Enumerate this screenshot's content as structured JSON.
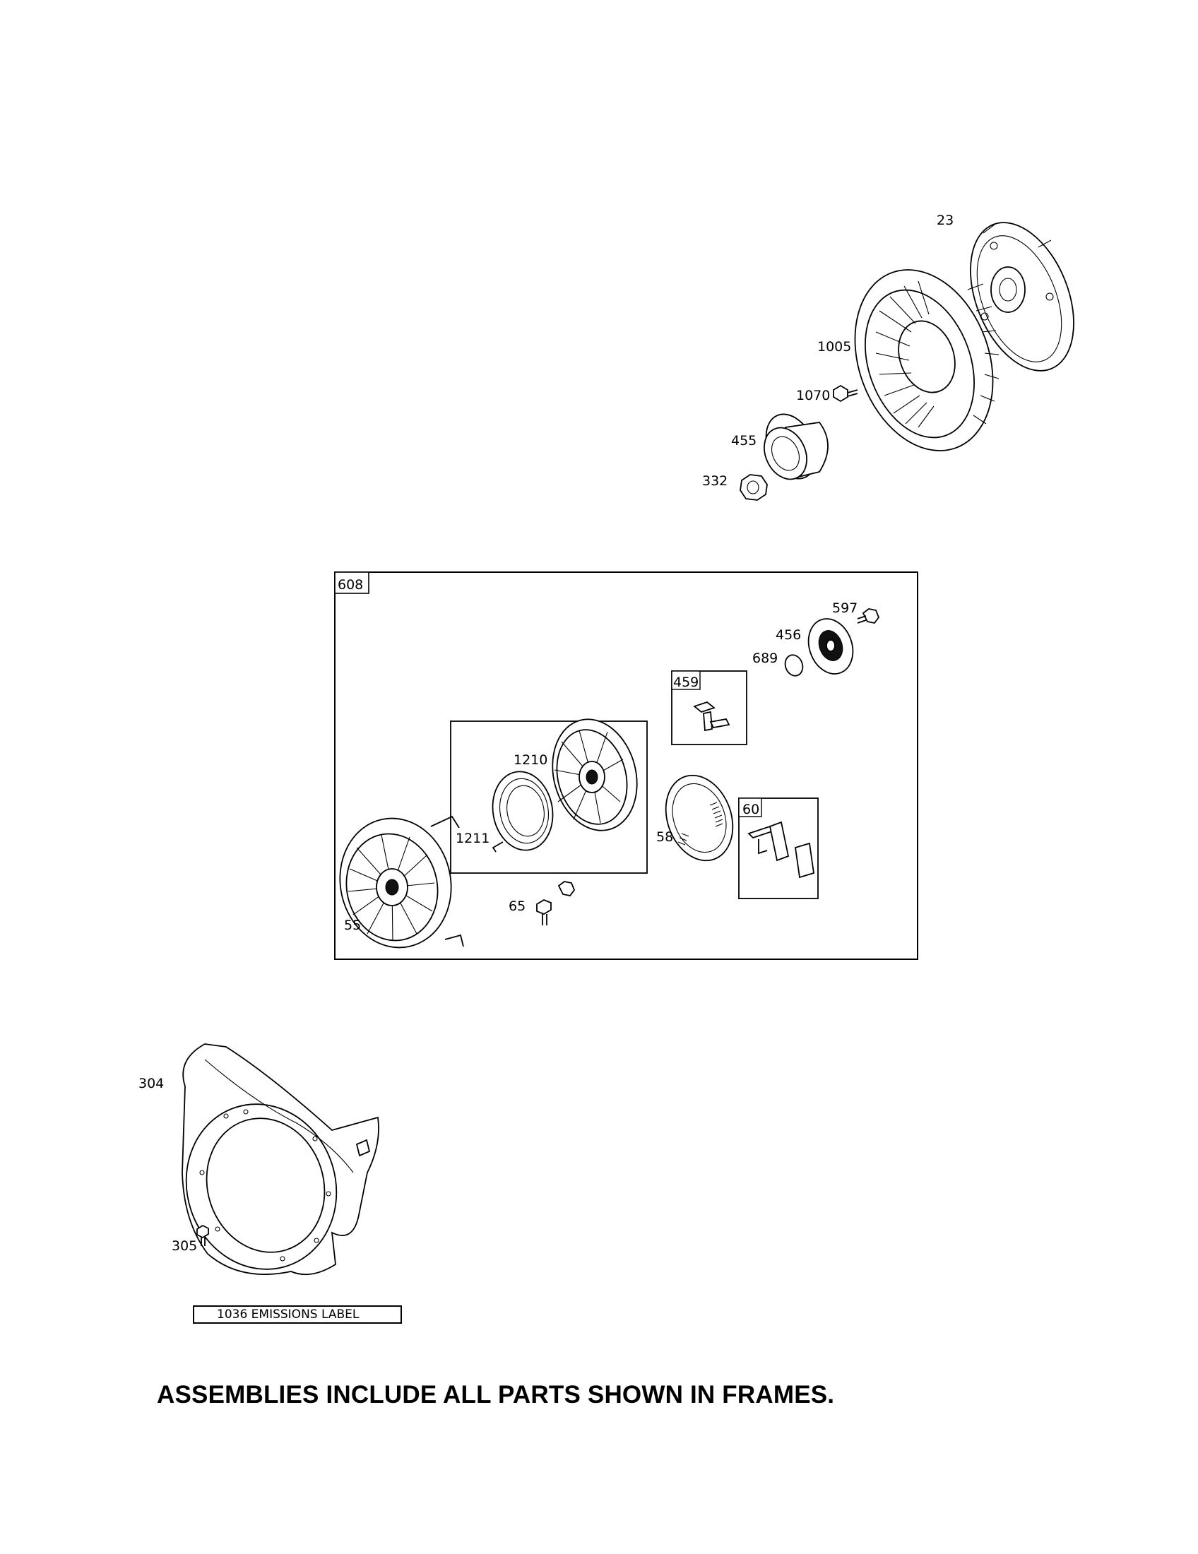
{
  "parts": {
    "p23": "23",
    "p1005": "1005",
    "p1070": "1070",
    "p455": "455",
    "p332": "332",
    "p597": "597",
    "p456": "456",
    "p689": "689",
    "p1210": "1210",
    "p1211": "1211",
    "p58": "58",
    "p65": "65",
    "p55": "55",
    "p304": "304",
    "p305": "305"
  },
  "frames": {
    "f608": "608",
    "f459": "459",
    "f60": "60"
  },
  "emissions_label": "1036 EMISSIONS LABEL",
  "footer_note": "ASSEMBLIES INCLUDE ALL PARTS SHOWN IN FRAMES."
}
